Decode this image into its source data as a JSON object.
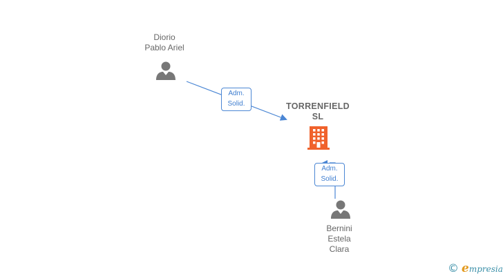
{
  "nodes": {
    "person_1": {
      "first_line": "Diorio",
      "second_line": "Pablo Ariel"
    },
    "company": {
      "first_line": "TORRENFIELD",
      "second_line": "SL"
    },
    "person_2": {
      "first_line": "Bernini",
      "second_line": "Estela",
      "third_line": "Clara"
    }
  },
  "edges": [
    {
      "from": "Diorio Pablo Ariel",
      "to": "TORRENFIELD SL",
      "label_line_1": "Adm.",
      "label_line_2": "Solid."
    },
    {
      "from": "Bernini Estela Clara",
      "to": "TORRENFIELD SL",
      "label_line_1": "Adm.",
      "label_line_2": "Solid."
    }
  ],
  "icons": {
    "person": "person-icon",
    "company": "building-icon",
    "copyright": "copyright-icon"
  },
  "footer": {
    "copyright_symbol": "©",
    "brand_initial": "e",
    "brand_rest": "mpresia"
  },
  "colors": {
    "person_icon": "#777777",
    "company_icon": "#f0622c",
    "edge_line": "#4a86d4",
    "label_text": "#3f7ed0",
    "node_text": "#666666",
    "brand_teal": "#3a8fa8",
    "brand_orange": "#e39a1f"
  }
}
